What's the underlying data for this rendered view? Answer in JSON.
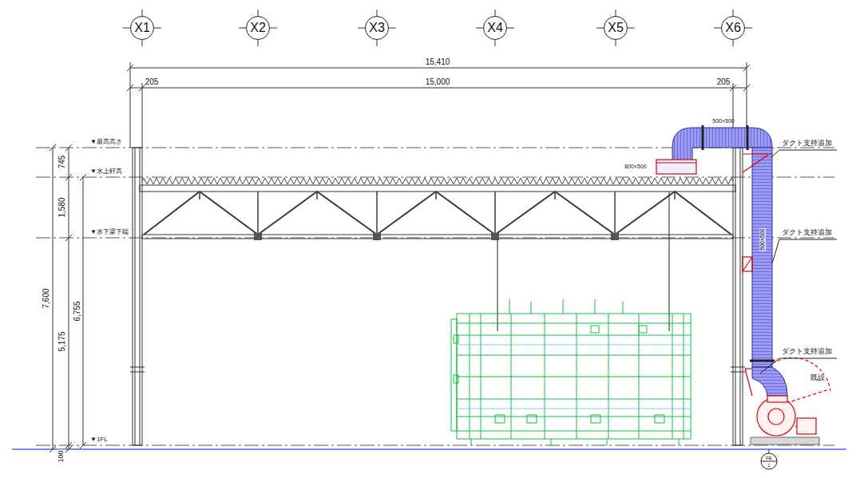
{
  "diagram": {
    "nodes": [
      {
        "text": [
          "X1"
        ]
      },
      {
        "text": [
          "X2"
        ]
      },
      {
        "text": [
          "X3"
        ]
      },
      {
        "text": [
          "X4"
        ]
      },
      {
        "text": [
          "X5"
        ]
      },
      {
        "text": [
          "X6"
        ]
      },
      {
        "text": [
          "FE",
          "1"
        ]
      }
    ],
    "labels": [
      "15,410",
      "205",
      "15,000",
      "205",
      "7,600",
      "745",
      "1,580",
      "6,755",
      "5,175",
      "100",
      "▼最高高さ",
      "▼水上軒高",
      "▼水下梁下端",
      "▼1FL",
      "500×500",
      "800×500",
      "ダクト支持追加",
      "500×500",
      "ダクト支持追加",
      "ダクト支持追加",
      "既設"
    ]
  }
}
